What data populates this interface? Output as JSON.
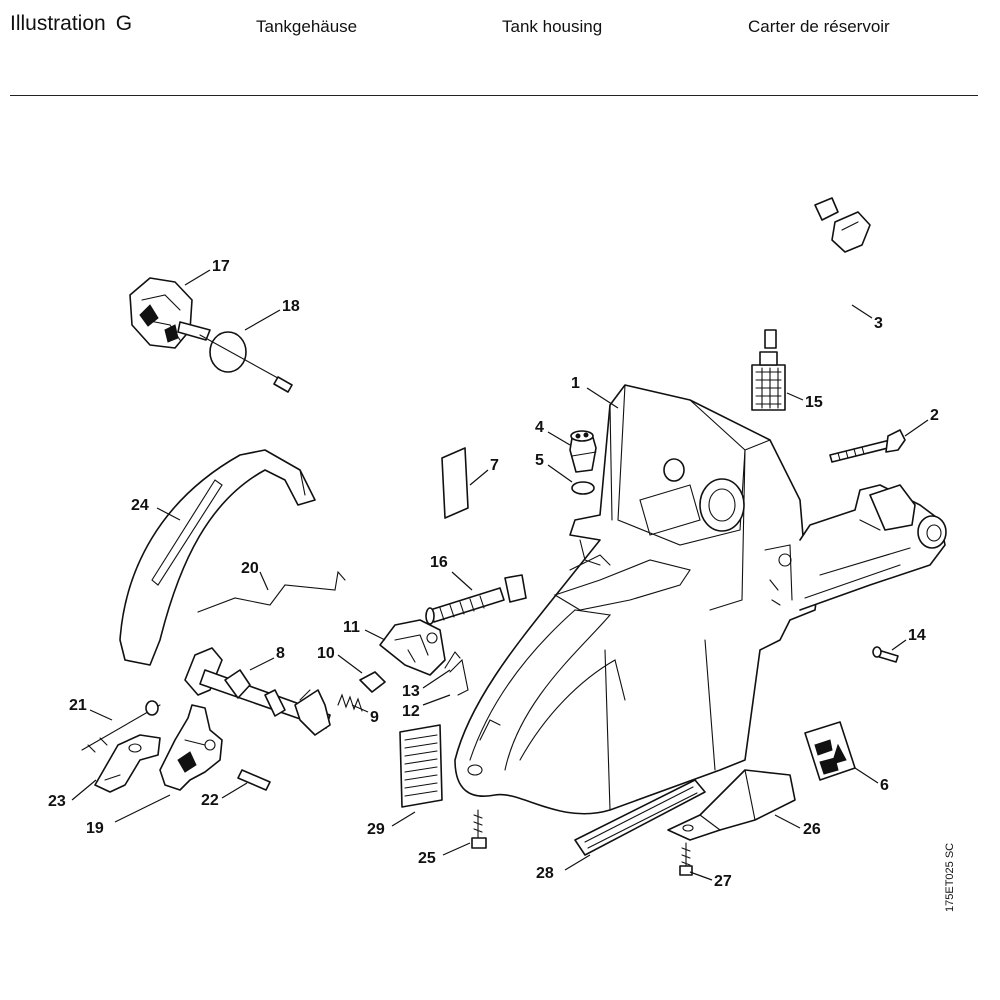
{
  "header": {
    "title": "Illustration",
    "letter": "G",
    "german": "Tankgehäuse",
    "english": "Tank housing",
    "french": "Carter de réservoir"
  },
  "drawing_code": "175ET025 SC",
  "part_numbers": [
    "1",
    "2",
    "3",
    "4",
    "5",
    "6",
    "7",
    "8",
    "9",
    "10",
    "11",
    "12",
    "13",
    "14",
    "15",
    "16",
    "17",
    "18",
    "19",
    "20",
    "21",
    "22",
    "23",
    "24",
    "25",
    "26",
    "27",
    "28",
    "29"
  ]
}
